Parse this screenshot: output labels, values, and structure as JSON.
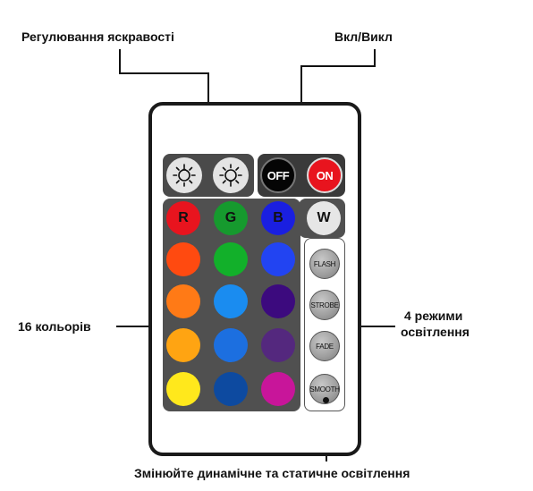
{
  "annotations": {
    "brightness": "Регулювання яскравості",
    "power": "Вкл/Викл",
    "colors": "16 кольорів",
    "modes_line1": "4 режими",
    "modes_line2": "освітлення",
    "dynamic": "Змінюйте динамічне та статичне освітлення"
  },
  "remote": {
    "power": {
      "off_label": "OFF",
      "on_label": "ON"
    },
    "brightness_icons": [
      "brightness-up-icon",
      "brightness-down-icon"
    ],
    "rgbw_labels": [
      "R",
      "G",
      "B",
      "W"
    ],
    "color_colors": {
      "red": "#e8141e",
      "green": "#169a2e",
      "blue": "#1a1fe0",
      "white": "#e6e6e6",
      "row1": [
        "#ff4a10",
        "#12b02a",
        "#2244f2"
      ],
      "row2": [
        "#ff7a16",
        "#1a8cf0",
        "#3c0a7e"
      ],
      "row3": [
        "#ffa412",
        "#1c6fe0",
        "#54287e"
      ],
      "row4": [
        "#ffe81c",
        "#0d4aa0",
        "#c8159a"
      ]
    },
    "modes": [
      "FLASH",
      "STROBE",
      "FADE",
      "SMOOTH"
    ]
  }
}
